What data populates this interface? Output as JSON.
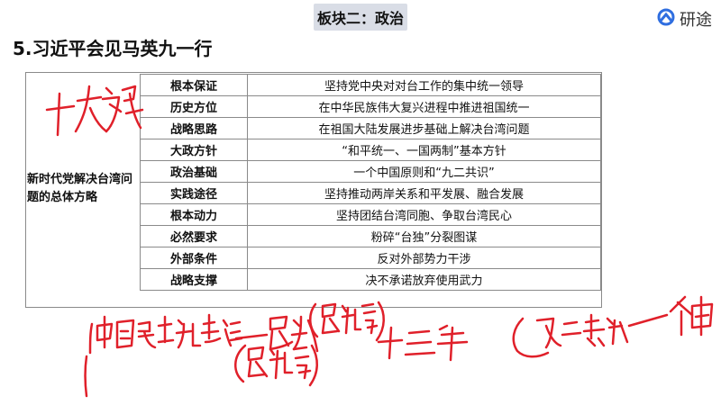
{
  "header": {
    "section": "板块二：政治"
  },
  "brand": {
    "name": "研途",
    "icon": "logo-mark-icon"
  },
  "slide": {
    "title": "5.习近平会见马英九一行"
  },
  "table": {
    "category": "新时代党解决台湾问题的总体方略",
    "rows": [
      {
        "key": "根本保证",
        "value": "坚持党中央对对台工作的集中统一领导"
      },
      {
        "key": "历史方位",
        "value": "在中华民族伟大复兴进程中推进祖国统一"
      },
      {
        "key": "战略思路",
        "value": "在祖国大陆发展进步基础上解决台湾问题"
      },
      {
        "key": "大政方针",
        "value": "“和平统一、一国两制”基本方针"
      },
      {
        "key": "政治基础",
        "value": "一个中国原则和“九二共识”"
      },
      {
        "key": "实践途径",
        "value": "坚持推动两岸关系和平发展、融合发展"
      },
      {
        "key": "根本动力",
        "value": "坚持团结台湾同胞、争取台湾民心"
      },
      {
        "key": "必然要求",
        "value": "粉碎“台独”分裂图谋"
      },
      {
        "key": "外部条件",
        "value": "反对外部势力干涉"
      },
      {
        "key": "战略支撑",
        "value": "决不承诺放弃使用武力"
      }
    ]
  },
  "annotations": {
    "color": "#e0202a",
    "notes": [
      "十大方略",
      "中国民主进步党—民进",
      "民进党",
      "民进党",
      "十三年",
      "九二共识—一个中国"
    ]
  }
}
